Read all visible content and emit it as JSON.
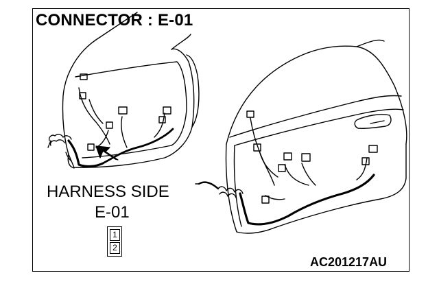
{
  "title": "CONNECTOR : E-01",
  "harness_label": "HARNESS SIDE",
  "connector_id": "E-01",
  "pins": [
    "1",
    "2"
  ],
  "figure_code": "AC201217AU"
}
